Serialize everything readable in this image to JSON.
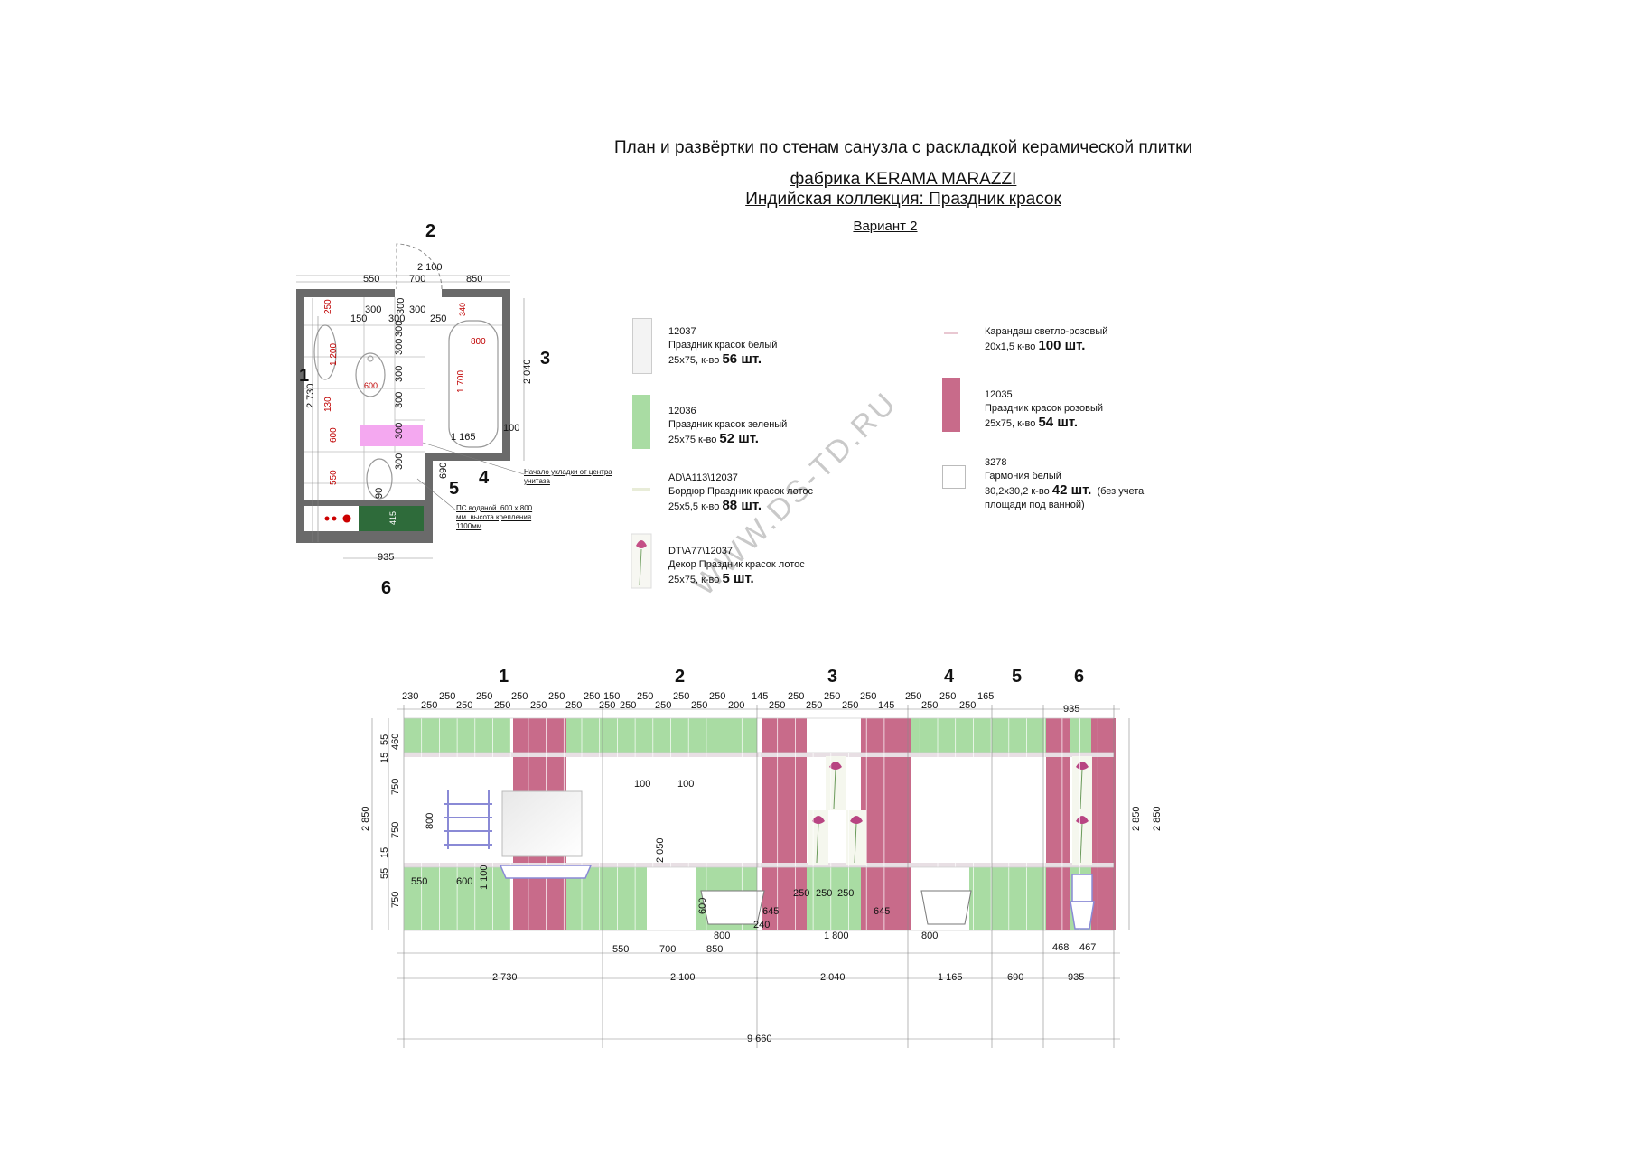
{
  "titles": {
    "line1": "План и развёртки по стенам санузла с раскладкой керамической плитки",
    "line2": "фабрика KERAMA MARAZZI",
    "line3": " Индийская коллекция: Праздник красок",
    "variant": "Вариант 2"
  },
  "watermark": "WWW.DS-TD.RU",
  "colors": {
    "green": "#a9dca3",
    "pink": "#c86b8a",
    "white_tile": "#f3f3f3",
    "wall": "#6a6a6a",
    "dark_green": "#2e6b3a",
    "magenta_fill": "#f4a8f0",
    "red_dim": "#c00000"
  },
  "plan": {
    "wall_labels": [
      "1",
      "2",
      "3",
      "4",
      "5",
      "6"
    ],
    "dims_top": [
      "2 100",
      "550",
      "700",
      "850"
    ],
    "dims_left": [
      "2 730"
    ],
    "dims_left_red": [
      "250",
      "1 200",
      "130",
      "600",
      "550"
    ],
    "dims_right": [
      "2 040"
    ],
    "dims_bottom": [
      "935"
    ],
    "inner_labels": [
      "300",
      "150",
      "300",
      "300",
      "250",
      "300",
      "300",
      "300",
      "300",
      "300",
      "300",
      "90",
      "300",
      "415"
    ],
    "inner_red": [
      "600",
      "800",
      "1 700",
      "340"
    ],
    "misc": [
      "1 165",
      "100",
      "690"
    ],
    "note1": "Начало укладки от центра унитаза",
    "note2": "ПС водяной. 600 х 800 мм. высота крепления 1100мм"
  },
  "legend": [
    {
      "code": "12037",
      "name": "Праздник красок белый",
      "size": "25х75,   к-во",
      "qty": "56 шт.",
      "swatch": "white"
    },
    {
      "code": "12036",
      "name": "Праздник красок зеленый",
      "size": "25х75   к-во",
      "qty": "52 шт.",
      "swatch": "green"
    },
    {
      "code": "AD\\A113\\12037",
      "name": "Бордюр Праздник красок лотос",
      "size": "25х5,5  к-во",
      "qty": "88 шт.",
      "swatch": "border"
    },
    {
      "code": "DT\\A77\\12037",
      "name": "Декор Праздник красок лотос",
      "size": "25х75, к-во",
      "qty": "5 шт.",
      "swatch": "decor"
    },
    {
      "code": "",
      "name": "Карандаш светло-розовый",
      "size": "20х1,5 к-во",
      "qty": "100 шт.",
      "swatch": "pencil"
    },
    {
      "code": "12035",
      "name": "Праздник красок розовый",
      "size": "25х75, к-во",
      "qty": "54 шт.",
      "swatch": "pink"
    },
    {
      "code": "3278",
      "name": "Гармония белый",
      "size": "30,2х30,2  к-во",
      "qty": "42 шт.",
      "extra": "(без учета",
      "extra2": "площади под ванной)",
      "swatch": "floor"
    }
  ],
  "elevation": {
    "wall_numbers": [
      "1",
      "2",
      "3",
      "4",
      "5",
      "6"
    ],
    "top_dims_row1": [
      "230",
      "250",
      "250",
      "250",
      "250",
      "250",
      "250",
      "250",
      "250",
      "250",
      "250",
      "250",
      "150",
      "250",
      "250",
      "250",
      "250",
      "250",
      "250",
      "200",
      "145",
      "250",
      "250",
      "250",
      "250",
      "250",
      "250",
      "145",
      "250",
      "250",
      "250",
      "250",
      "165"
    ],
    "dim_935": "935",
    "left_dims": [
      "460",
      "55",
      "15",
      "750",
      "750",
      "15",
      "55",
      "750"
    ],
    "total_height": "2 850",
    "inner_labels": [
      "800",
      "100",
      "100",
      "2 050",
      "550",
      "600",
      "1 100",
      "600",
      "645",
      "250",
      "250",
      "250",
      "645",
      "240"
    ],
    "bottom_row1": [
      "550",
      "700",
      "850",
      "800",
      "1 800",
      "800",
      "468",
      "467"
    ],
    "bottom_row2": [
      "2 730",
      "2 100",
      "2 040",
      "1 165",
      "690",
      "935"
    ],
    "total_width": "9 660"
  }
}
